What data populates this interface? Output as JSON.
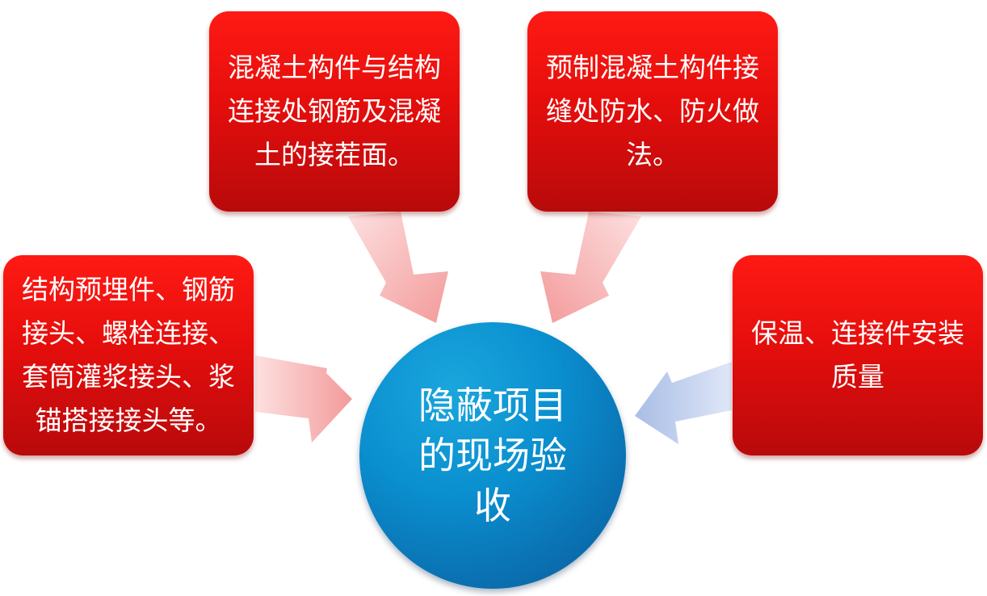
{
  "center": {
    "label": "隐蔽项目的现场验收"
  },
  "nodes": {
    "top_left": "混凝土构件与结构连接处钢筋及混凝土的接茬面。",
    "top_right": "预制混凝土构件接缝处防水、防火做法。",
    "left": "结构预埋件、钢筋接头、螺栓连接、套筒灌浆接头、浆锚搭接接头等。",
    "right": "保温、连接件安装质量"
  },
  "colors": {
    "box_red": "#e50e0c",
    "circle_blue": "#0a8fcf",
    "arrow_pink": "#f7a4a4",
    "arrow_lavender": "#a9bde6"
  }
}
